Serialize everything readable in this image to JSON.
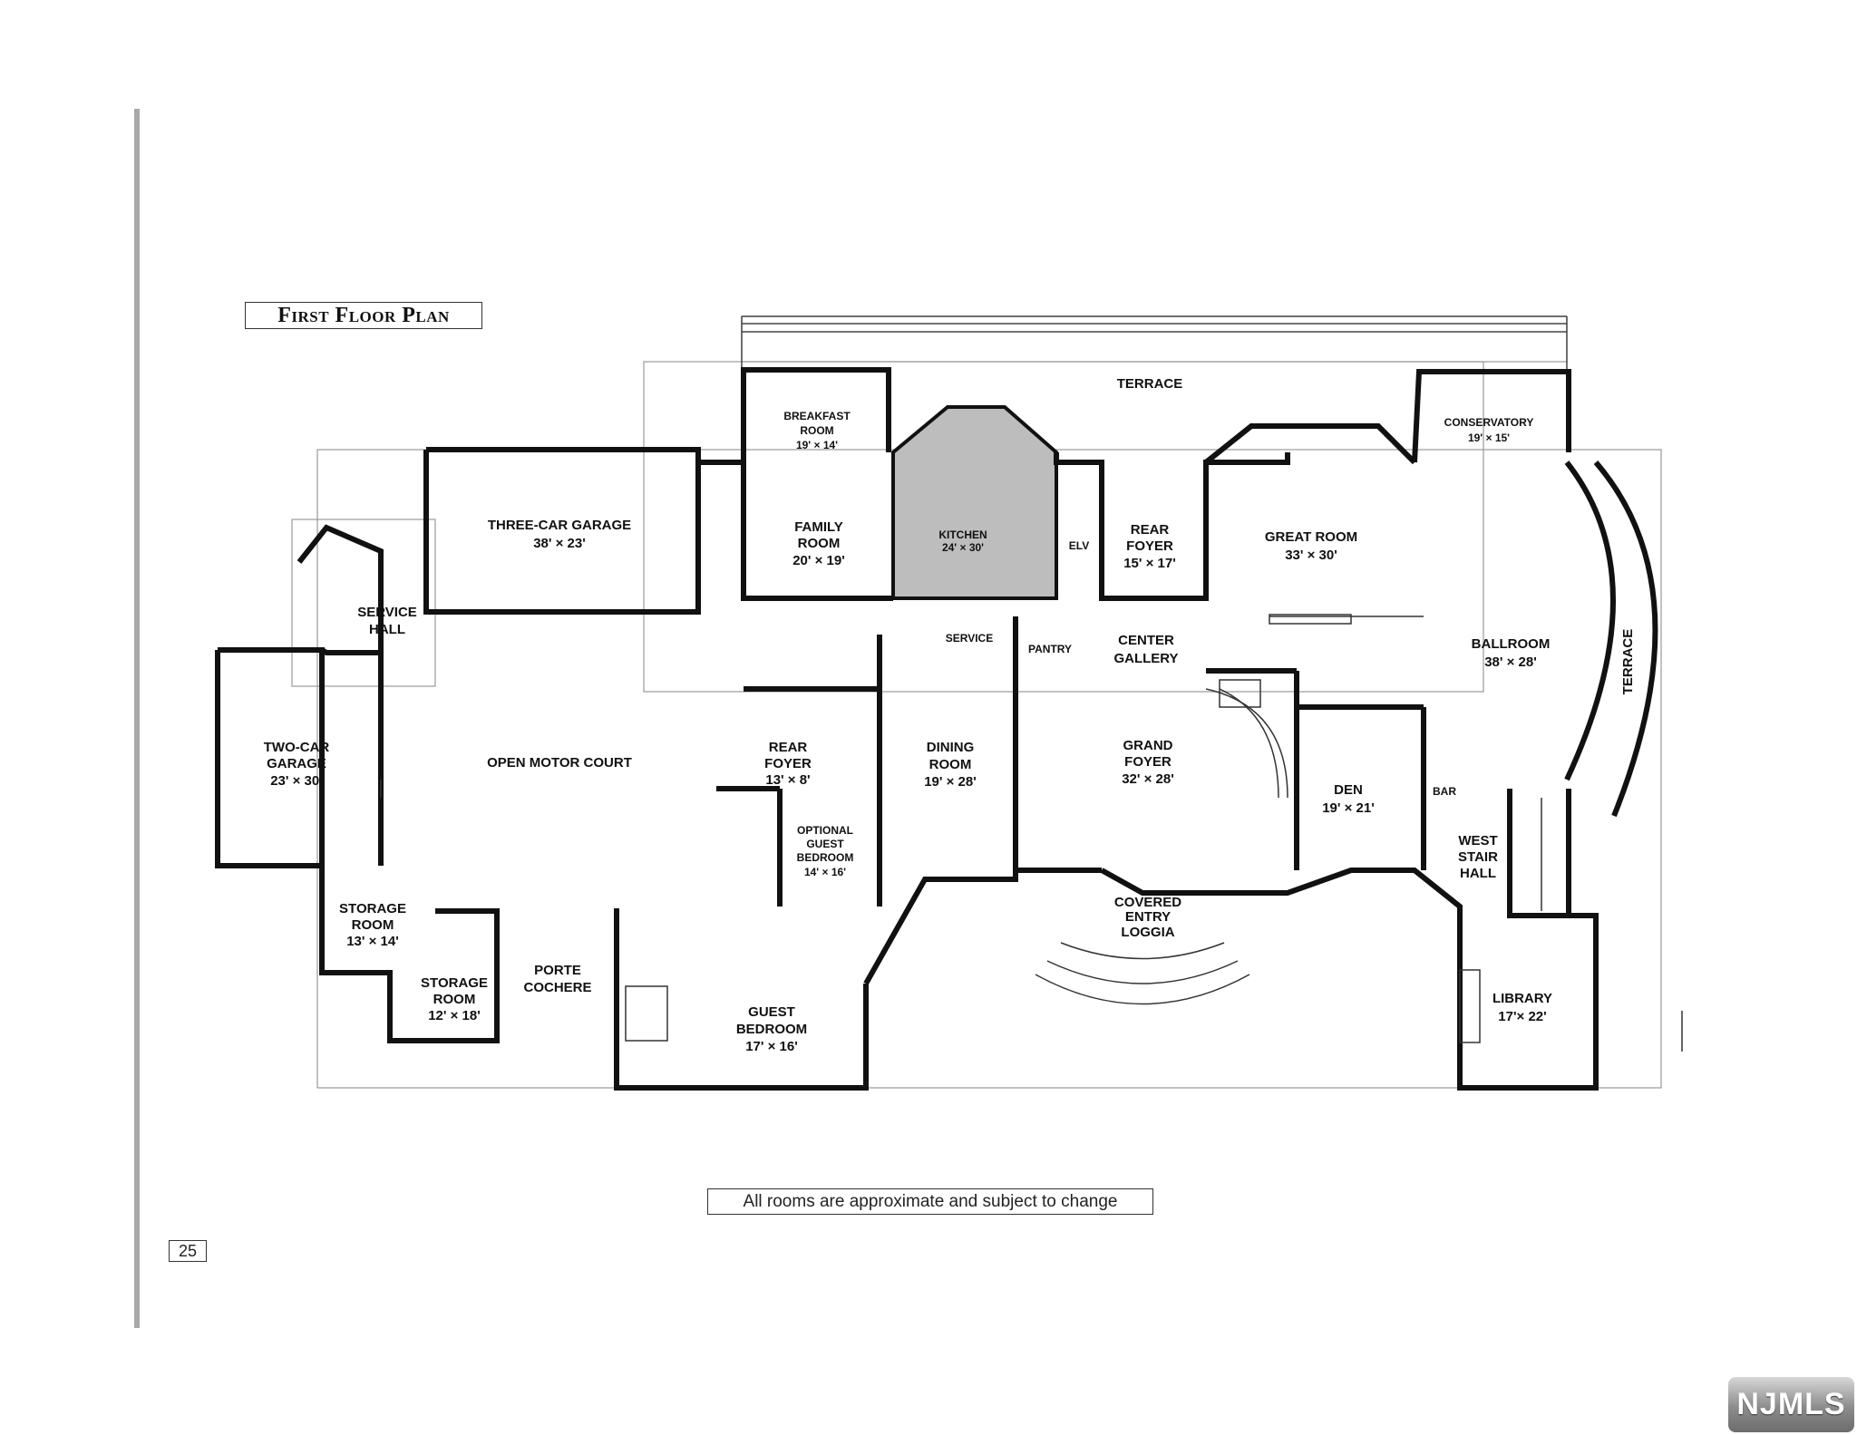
{
  "title": "First Floor Plan",
  "note": "All rooms are approximate and subject to change",
  "page_number": "25",
  "watermark": "NJMLS",
  "rooms": {
    "terrace_top": "TERRACE",
    "breakfast_room": [
      "BREAKFAST",
      "ROOM",
      "19' × 14'"
    ],
    "conservatory": [
      "CONSERVATORY",
      "19' × 15'"
    ],
    "three_car_garage": [
      "THREE-CAR GARAGE",
      "38' × 23'"
    ],
    "family_room": [
      "FAMILY",
      "ROOM",
      "20' × 19'"
    ],
    "kitchen": [
      "KITCHEN",
      "24' × 30'"
    ],
    "elv": "ELV",
    "rear_foyer_upper": [
      "REAR",
      "FOYER",
      "15' × 17'"
    ],
    "great_room": [
      "GREAT ROOM",
      "33' × 30'"
    ],
    "service_hall": [
      "SERVICE",
      "HALL"
    ],
    "service": "SERVICE",
    "pantry": "PANTRY",
    "center_gallery": [
      "CENTER",
      "GALLERY"
    ],
    "ballroom": [
      "BALLROOM",
      "38' × 28'"
    ],
    "terrace_side": "TERRACE",
    "two_car_garage": [
      "TWO-CAR",
      "GARAGE",
      "23' × 30'"
    ],
    "open_motor_court": "OPEN MOTOR COURT",
    "rear_foyer_lower": [
      "REAR",
      "FOYER",
      "13' × 8'"
    ],
    "dining_room": [
      "DINING",
      "ROOM",
      "19' × 28'"
    ],
    "grand_foyer": [
      "GRAND",
      "FOYER",
      "32' × 28'"
    ],
    "den": [
      "DEN",
      "19' × 21'"
    ],
    "bar": "BAR",
    "optional_guest_bedroom": [
      "OPTIONAL",
      "GUEST",
      "BEDROOM",
      "14' × 16'"
    ],
    "west_stair_hall": [
      "WEST",
      "STAIR",
      "HALL"
    ],
    "storage_room_1": [
      "STORAGE",
      "ROOM",
      "13' × 14'"
    ],
    "covered_entry_loggia": [
      "COVERED",
      "ENTRY",
      "LOGGIA"
    ],
    "porte_cochere": [
      "PORTE",
      "COCHERE"
    ],
    "storage_room_2": [
      "STORAGE",
      "ROOM",
      "12' × 18'"
    ],
    "guest_bedroom": [
      "GUEST",
      "BEDROOM",
      "17' × 16'"
    ],
    "library": [
      "LIBRARY",
      "17'× 22'"
    ]
  }
}
